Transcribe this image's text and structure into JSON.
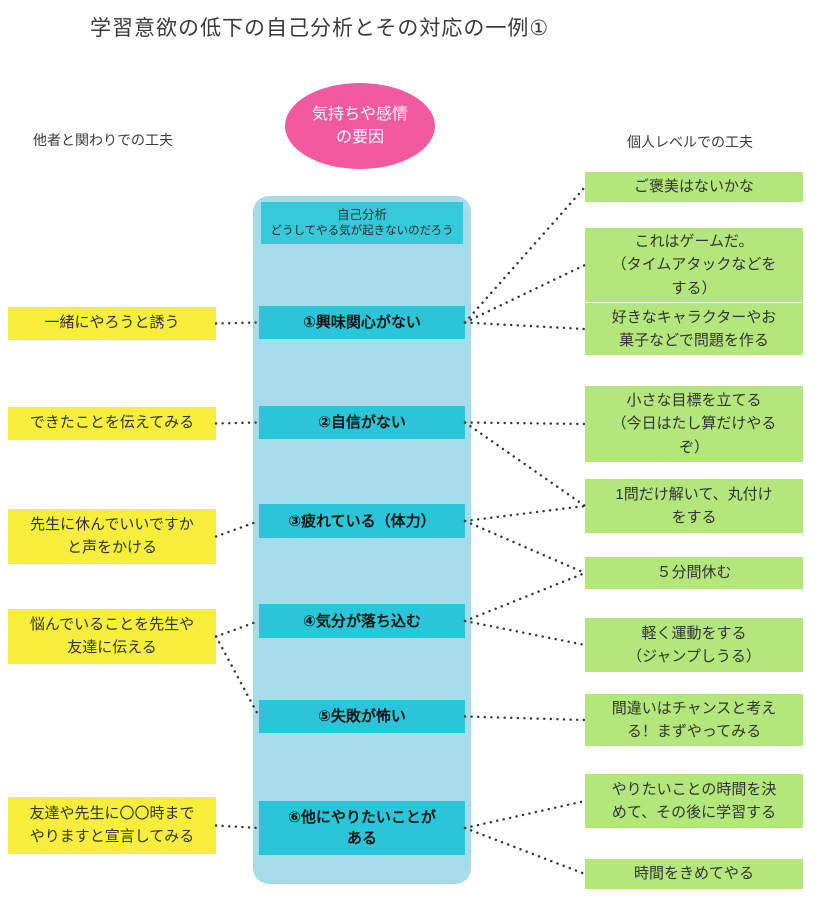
{
  "title": "学習意欲の低下の自己分析とその対応の一例①",
  "emotion_bubble": "気持ちや感情\nの要因",
  "column_labels": {
    "left": "他者と関わりでの工夫",
    "right": "個人レベルでの工夫"
  },
  "analysis": {
    "header_title": "自己分析",
    "header_subtitle": "どうしてやる気が起きないのだろう",
    "items": [
      "①興味関心がない",
      "②自信がない",
      "③疲れている（体力）",
      "④気分が落ち込む",
      "⑤失敗が怖い",
      "⑥他にやりたいことが\nある"
    ]
  },
  "left_boxes": [
    "一緒にやろうと誘う",
    "できたことを伝えてみる",
    "先生に休んでいいですか\nと声をかける",
    "悩んでいることを先生や\n友達に伝える",
    "友達や先生に〇〇時まで\nやりますと宣言してみる"
  ],
  "right_boxes": [
    "ご褒美はないかな",
    "これはゲームだ。\n（タイムアタックなどを\nする）",
    "好きなキャラクターやお\n菓子などで問題を作る",
    "小さな目標を立てる\n（今日はたし算だけやる\nぞ）",
    "1問だけ解いて、丸付け\nをする",
    "５分間休む",
    "軽く運動をする\n（ジャンプしうる）",
    "間違いはチャンスと考え\nる！まずやってみる",
    "やりたいことの時間を決\nめて、その後に学習する",
    "時間をきめてやる"
  ],
  "colors": {
    "bubble_pink": "#f2599f",
    "panel_blue": "#a6dcea",
    "item_cyan": "#29c5d8",
    "left_yellow": "#f6ee3a",
    "right_green": "#b3e77c",
    "connector": "#333333"
  },
  "connections": [
    {
      "from": "left-box-1",
      "to": "analysis-item-1"
    },
    {
      "from": "left-box-2",
      "to": "analysis-item-2"
    },
    {
      "from": "left-box-3",
      "to": "analysis-item-3"
    },
    {
      "from": "left-box-4",
      "to": "analysis-item-4"
    },
    {
      "from": "left-box-4",
      "to": "analysis-item-5"
    },
    {
      "from": "left-box-5",
      "to": "analysis-item-6"
    },
    {
      "from": "analysis-item-1",
      "to": "right-box-1"
    },
    {
      "from": "analysis-item-1",
      "to": "right-box-2"
    },
    {
      "from": "analysis-item-1",
      "to": "right-box-3"
    },
    {
      "from": "analysis-item-2",
      "to": "right-box-4"
    },
    {
      "from": "analysis-item-2",
      "to": "right-box-5"
    },
    {
      "from": "analysis-item-3",
      "to": "right-box-5"
    },
    {
      "from": "analysis-item-3",
      "to": "right-box-6"
    },
    {
      "from": "analysis-item-4",
      "to": "right-box-6"
    },
    {
      "from": "analysis-item-4",
      "to": "right-box-7"
    },
    {
      "from": "analysis-item-5",
      "to": "right-box-8"
    },
    {
      "from": "analysis-item-6",
      "to": "right-box-9"
    },
    {
      "from": "analysis-item-6",
      "to": "right-box-10"
    }
  ]
}
